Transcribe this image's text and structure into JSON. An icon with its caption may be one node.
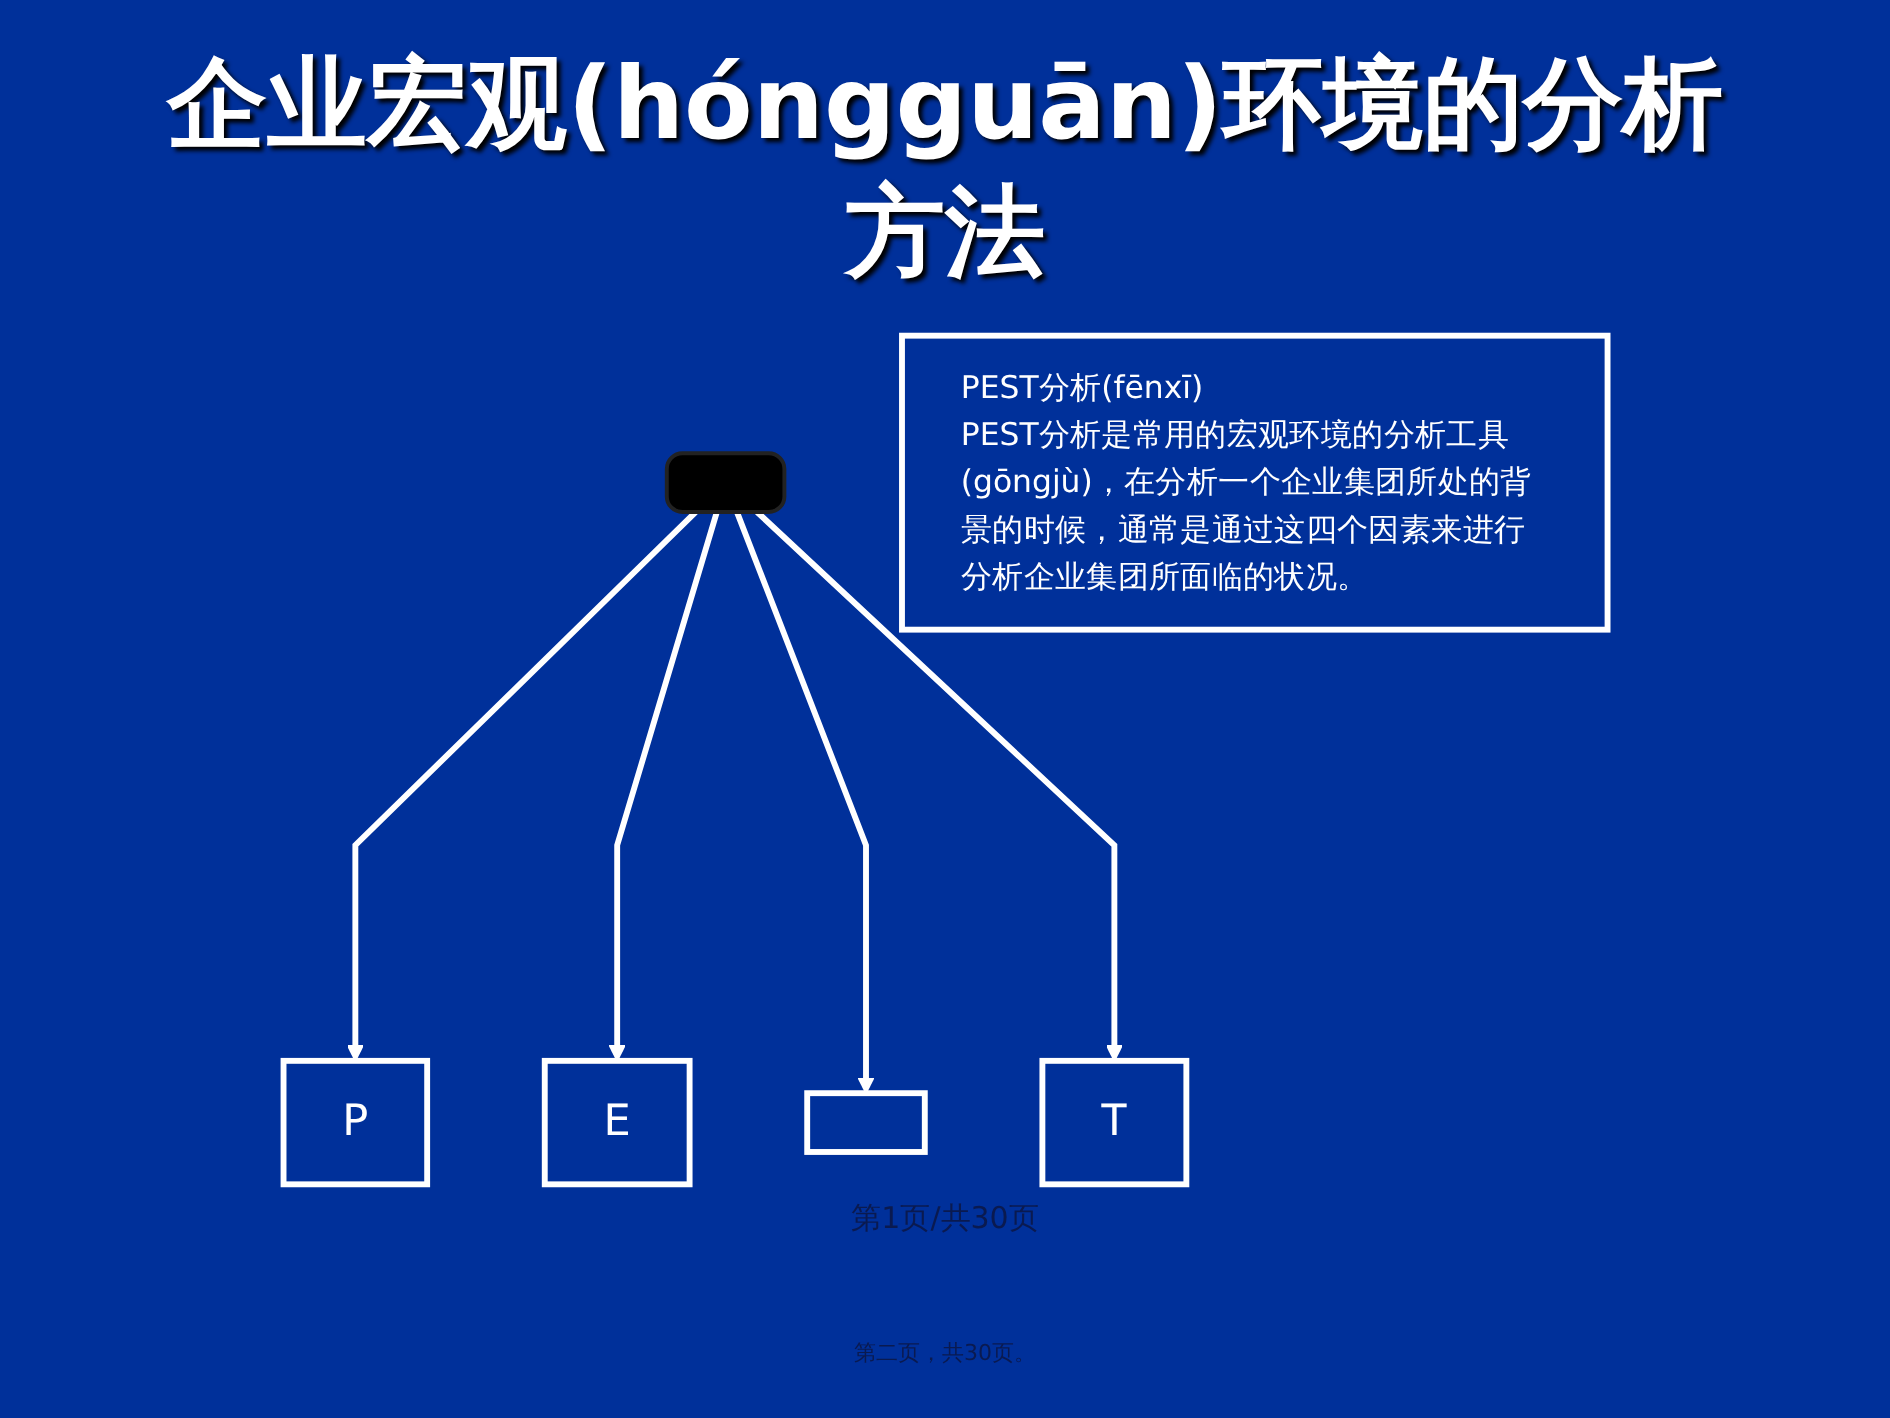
{
  "diagram": {
    "title": "企业宏观(hóngguān)环境的分析方法",
    "nodes": [
      {
        "text": [
          "PEST分析(fēnxī)",
          "PEST分析是常用的宏观环境的分析工具(gōngjù)，在分析一个企业集团所处的背景的时候，通常是通过这四个因素来进行分析企业集团所面临的状况。"
        ]
      },
      {
        "text": [
          "P"
        ]
      },
      {
        "text": [
          "E"
        ]
      },
      {
        "text": [],
        "shape": "box"
      },
      {
        "text": [],
        "shape": "box"
      },
      {
        "text": [
          "T"
        ]
      }
    ],
    "edges": [
      {
        "from": 3,
        "to": 1,
        "arrow": "to"
      },
      {
        "from": 3,
        "to": 2,
        "arrow": "to"
      },
      {
        "from": 3,
        "to": 4,
        "arrow": "to"
      },
      {
        "from": 3,
        "to": 5,
        "arrow": "to"
      }
    ],
    "labels": [
      "第1页/共30页",
      "第二页，共30页。"
    ]
  }
}
